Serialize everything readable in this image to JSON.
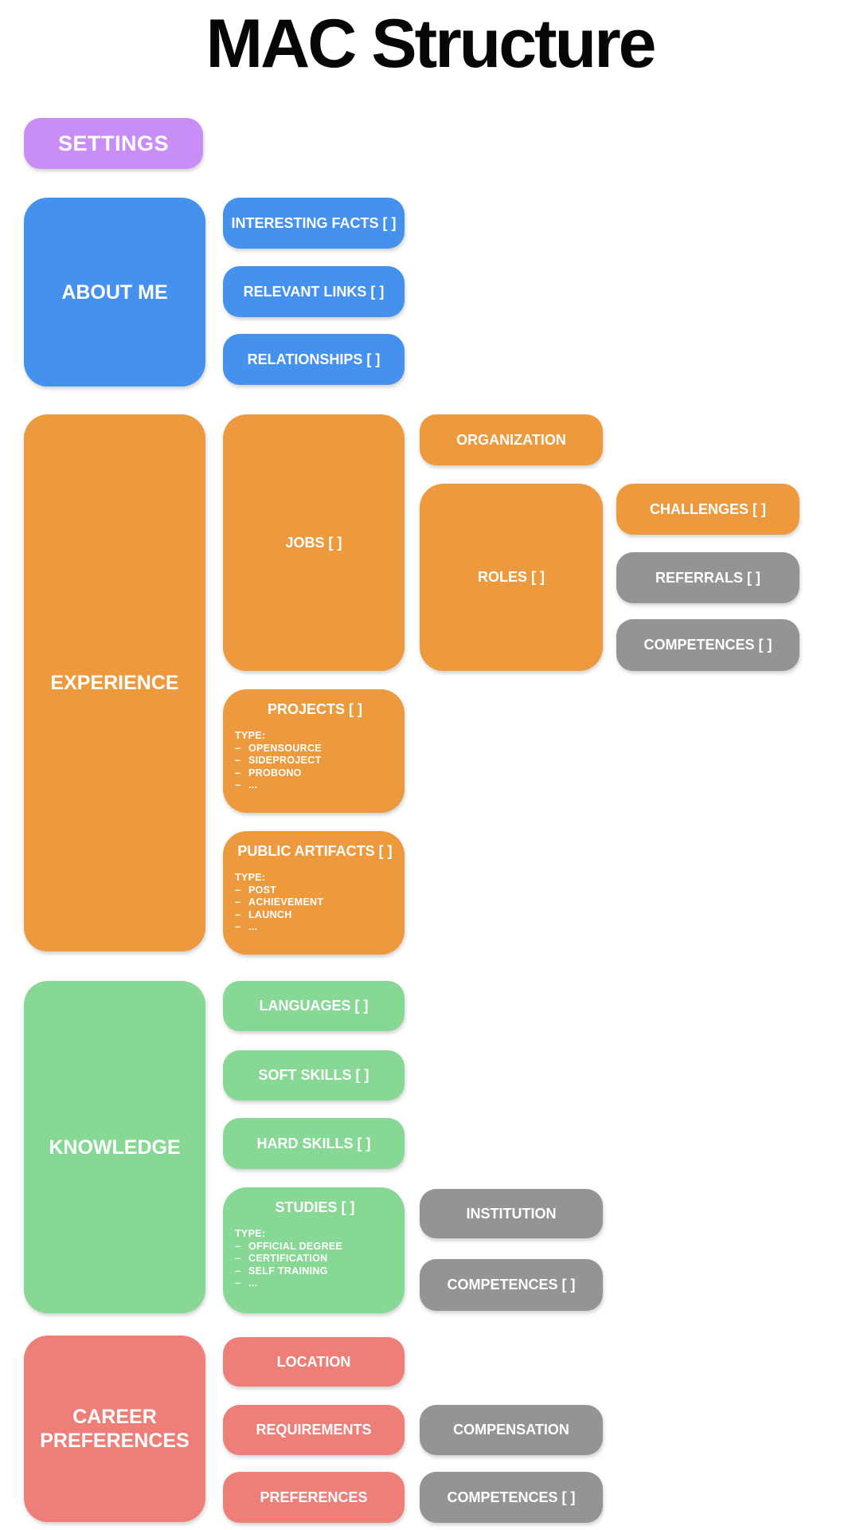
{
  "title": "MAC Structure",
  "palette": {
    "settings_purple": "#c98df6",
    "about_blue": "#4591ee",
    "experience_orange": "#ec9a3d",
    "knowledge_green": "#87d894",
    "career_salmon": "#ee7e78",
    "muted_gray": "#949494",
    "label_white": "#ffffff",
    "title_black": "#060606"
  },
  "settings": {
    "label": "SETTINGS"
  },
  "about": {
    "label": "ABOUT ME",
    "children": {
      "interesting_facts": "INTERESTING FACTS [ ]",
      "relevant_links": "RELEVANT LINKS [ ]",
      "relationships": "RELATIONSHIPS [ ]"
    }
  },
  "experience": {
    "label": "EXPERIENCE",
    "jobs": {
      "label": "JOBS [ ]",
      "organization": "ORGANIZATION",
      "roles": {
        "label": "ROLES [ ]",
        "challenges": "CHALLENGES [ ]",
        "referrals": "REFERRALS [ ]",
        "competences": "COMPETENCES [ ]"
      }
    },
    "projects": {
      "label": "PROJECTS [ ]",
      "type_heading": "TYPE:",
      "types": [
        "OPENSOURCE",
        "SIDEPROJECT",
        "PROBONO",
        "..."
      ]
    },
    "public_artifacts": {
      "label": "PUBLIC ARTIFACTS [ ]",
      "type_heading": "TYPE:",
      "types": [
        "POST",
        "ACHIEVEMENT",
        "LAUNCH",
        "..."
      ]
    }
  },
  "knowledge": {
    "label": "KNOWLEDGE",
    "children": {
      "languages": "LANGUAGES [ ]",
      "soft_skills": "SOFT SKILLS [ ]",
      "hard_skills": "HARD SKILLS [ ]"
    },
    "studies": {
      "label": "STUDIES [ ]",
      "type_heading": "TYPE:",
      "types": [
        "OFFICIAL DEGREE",
        "CERTIFICATION",
        "SELF TRAINING",
        "..."
      ],
      "institution": "INSTITUTION",
      "competences": "COMPETENCES [ ]"
    }
  },
  "career": {
    "label": "CAREER PREFERENCES",
    "children": {
      "location": "LOCATION",
      "requirements": "REQUIREMENTS",
      "preferences": "PREFERENCES"
    },
    "muted": {
      "compensation": "COMPENSATION",
      "competences": "COMPETENCES [ ]"
    }
  }
}
